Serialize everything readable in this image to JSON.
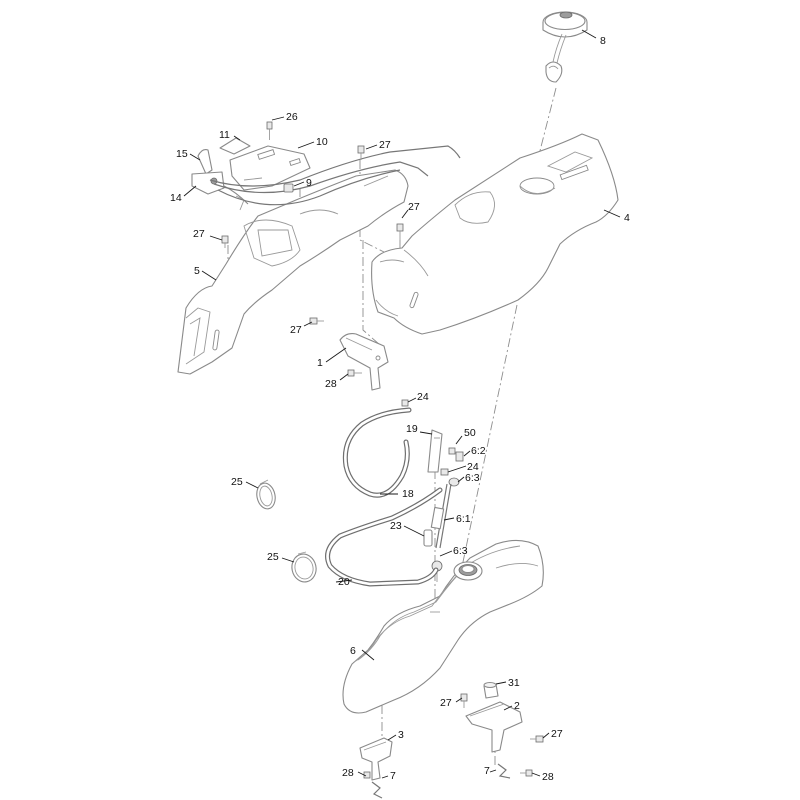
{
  "callouts": [
    {
      "id": "c8",
      "text": "8"
    },
    {
      "id": "c26",
      "text": "26"
    },
    {
      "id": "c11",
      "text": "11"
    },
    {
      "id": "c10",
      "text": "10"
    },
    {
      "id": "c27a",
      "text": "27"
    },
    {
      "id": "c15",
      "text": "15"
    },
    {
      "id": "c9",
      "text": "9"
    },
    {
      "id": "c14",
      "text": "14"
    },
    {
      "id": "c4",
      "text": "4"
    },
    {
      "id": "c27b",
      "text": "27"
    },
    {
      "id": "c27c",
      "text": "27"
    },
    {
      "id": "c5",
      "text": "5"
    },
    {
      "id": "c27d",
      "text": "27"
    },
    {
      "id": "c1",
      "text": "1"
    },
    {
      "id": "c28a",
      "text": "28"
    },
    {
      "id": "c24a",
      "text": "24"
    },
    {
      "id": "c19",
      "text": "19"
    },
    {
      "id": "c50",
      "text": "50"
    },
    {
      "id": "c62",
      "text": "6:2"
    },
    {
      "id": "c24b",
      "text": "24"
    },
    {
      "id": "c63a",
      "text": "6:3"
    },
    {
      "id": "c25a",
      "text": "25"
    },
    {
      "id": "c18",
      "text": "18"
    },
    {
      "id": "c61",
      "text": "6:1"
    },
    {
      "id": "c23",
      "text": "23"
    },
    {
      "id": "c63b",
      "text": "6:3"
    },
    {
      "id": "c25b",
      "text": "25"
    },
    {
      "id": "c20",
      "text": "20"
    },
    {
      "id": "c6",
      "text": "6"
    },
    {
      "id": "c31",
      "text": "31"
    },
    {
      "id": "c27e",
      "text": "27"
    },
    {
      "id": "c2",
      "text": "2"
    },
    {
      "id": "c3",
      "text": "3"
    },
    {
      "id": "c27f",
      "text": "27"
    },
    {
      "id": "c28b",
      "text": "28"
    },
    {
      "id": "c7a",
      "text": "7"
    },
    {
      "id": "c7b",
      "text": "7"
    },
    {
      "id": "c28c",
      "text": "28"
    }
  ]
}
